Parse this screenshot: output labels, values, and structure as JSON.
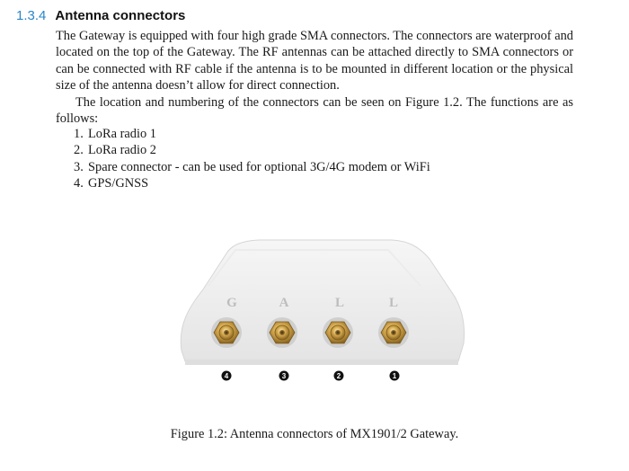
{
  "section": {
    "number": "1.3.4",
    "title": "Antenna connectors"
  },
  "paragraphs": [
    "The Gateway is equipped with four high grade SMA connectors. The connectors are waterproof and located on the top of the Gateway. The RF antennas can be attached directly to SMA connectors or can be connected with RF cable if the antenna is to be mounted in different location or the physical size of the antenna doesn’t allow for direct connection.",
    "The location and numbering of the connectors can be seen on Figure 1.2. The functions are as follows:"
  ],
  "list": [
    {
      "num": "1.",
      "text": "LoRa radio 1"
    },
    {
      "num": "2.",
      "text": "LoRa radio 2"
    },
    {
      "num": "3.",
      "text": "Spare connector - can be used for optional 3G/4G modem or WiFi"
    },
    {
      "num": "4.",
      "text": "GPS/GNSS"
    }
  ],
  "figure": {
    "connector_labels": [
      "G",
      "A",
      "L",
      "L"
    ],
    "connector_numbers": [
      "4",
      "3",
      "2",
      "1"
    ],
    "caption": "Figure 1.2: Antenna connectors of MX1901/2 Gateway."
  }
}
